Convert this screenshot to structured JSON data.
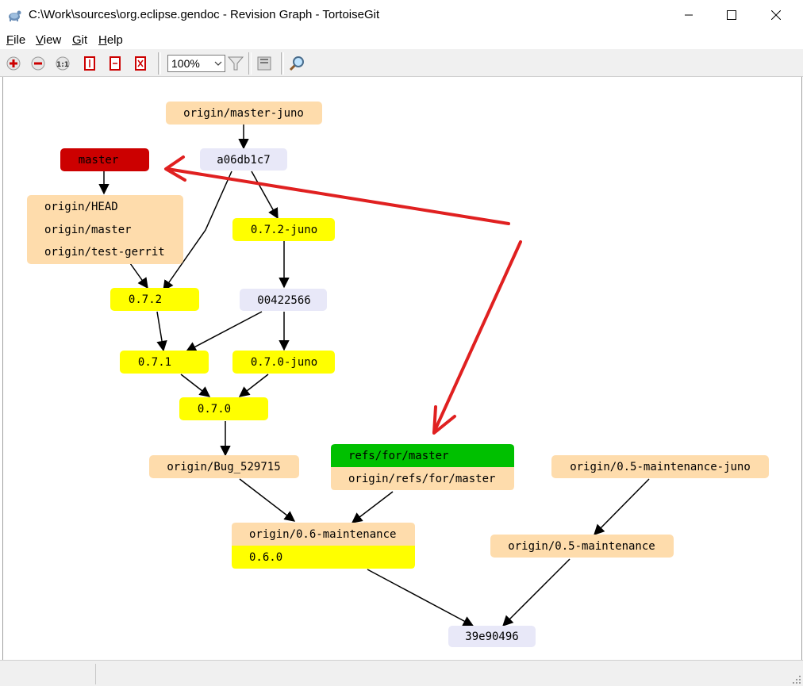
{
  "window": {
    "title": "C:\\Work\\sources\\org.eclipse.gendoc - Revision Graph - TortoiseGit",
    "minimize_icon": "minimize-icon",
    "maximize_icon": "maximize-icon",
    "close_icon": "close-icon"
  },
  "menu": {
    "file": {
      "accel": "F",
      "rest": "ile"
    },
    "view": {
      "accel": "V",
      "rest": "iew"
    },
    "git": {
      "accel": "G",
      "rest": "it"
    },
    "help": {
      "accel": "H",
      "rest": "elp"
    }
  },
  "toolbar": {
    "zoom_in_icon": "zoom-in-icon",
    "zoom_out_icon": "zoom-out-icon",
    "zoom_100_label": "1:1",
    "zoom_value": "100%",
    "filter_icon": "filter-icon",
    "overview_icon": "overview-icon",
    "search_icon": "magnifier-icon"
  },
  "graph": {
    "nodes": {
      "origin_master_juno": "origin/master-juno",
      "a06db1c7": "a06db1c7",
      "master": "master",
      "origin_head": "origin/HEAD",
      "origin_master": "origin/master",
      "origin_test_gerrit": "origin/test-gerrit",
      "v072_juno": "0.7.2-juno",
      "v072": "0.7.2",
      "c00422566": "00422566",
      "v071": "0.7.1",
      "v070_juno": "0.7.0-juno",
      "v070": "0.7.0",
      "origin_bug": "origin/Bug_529715",
      "refs_for_master": "refs/for/master",
      "origin_refs_for_master": "origin/refs/for/master",
      "origin_05_maint_juno": "origin/0.5-maintenance-juno",
      "origin_06_maint": "origin/0.6-maintenance",
      "v060": "0.6.0",
      "origin_05_maint": "origin/0.5-maintenance",
      "c39e90496": "39e90496"
    },
    "colors": {
      "remote_branch": "#fedcac",
      "tag": "#ffff00",
      "commit": "#e8e8f8",
      "local_head": "#cc0000",
      "local_branch": "#00c000",
      "annotation_arrow": "#e02020"
    }
  }
}
